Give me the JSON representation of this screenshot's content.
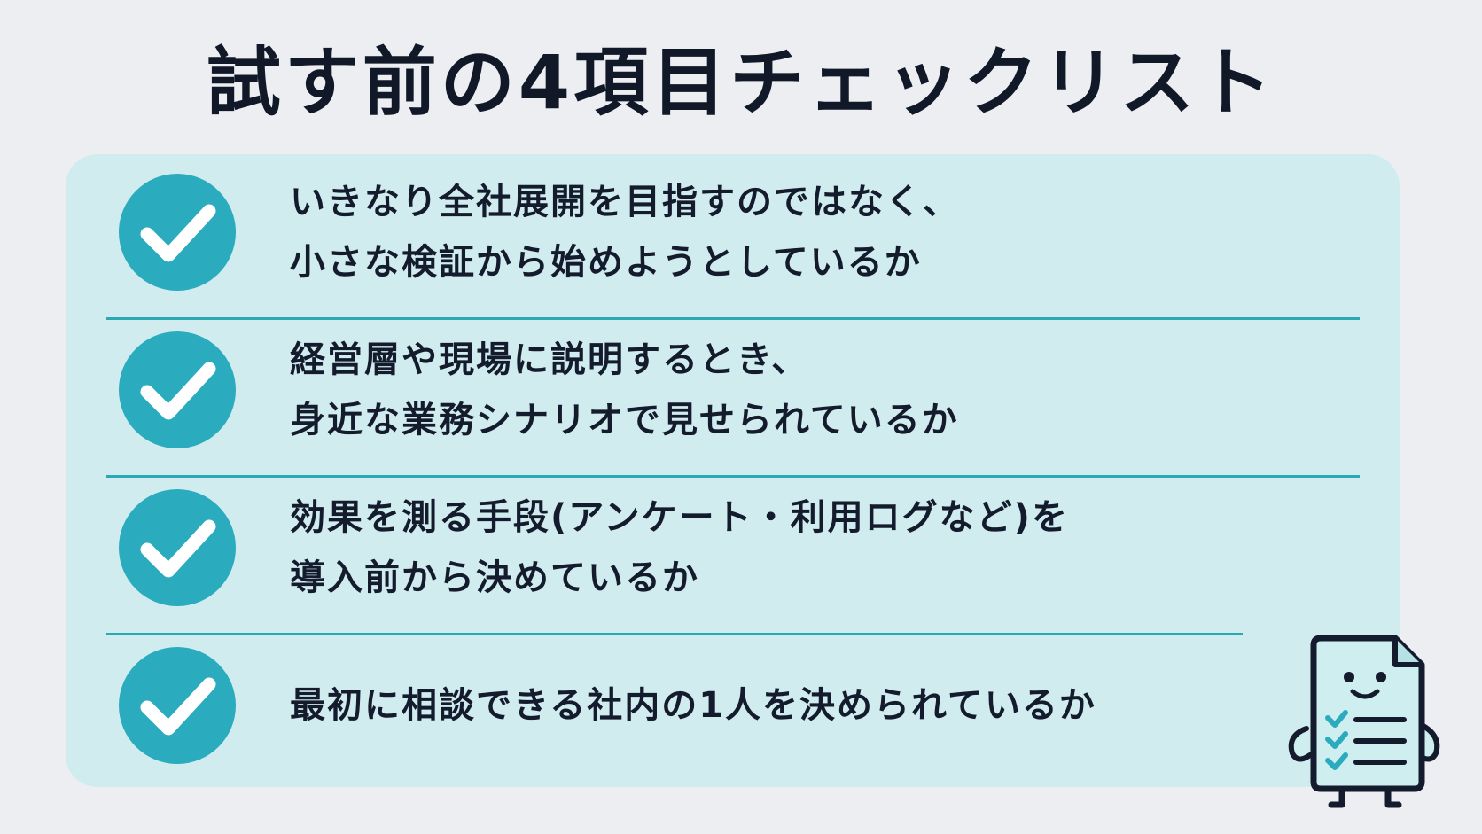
{
  "title": "試す前の4項目チェックリスト",
  "items": [
    {
      "line1": "いきなり全社展開を目指すのではなく、",
      "line2": "小さな検証から始めようとしているか"
    },
    {
      "line1": "経営層や現場に説明するとき、",
      "line2": "身近な業務シナリオで見せられているか"
    },
    {
      "line1": "効果を測る手段(アンケート・利用ログなど)を",
      "line2": "導入前から決めているか"
    },
    {
      "line1": "最初に相談できる社内の1人を決められているか",
      "line2": ""
    }
  ],
  "colors": {
    "background": "#eceef2",
    "card": "#d0ecee",
    "accent": "#2aabbe",
    "text": "#141b2d"
  },
  "icons": [
    "check-circle-icon",
    "checklist-mascot-icon"
  ]
}
